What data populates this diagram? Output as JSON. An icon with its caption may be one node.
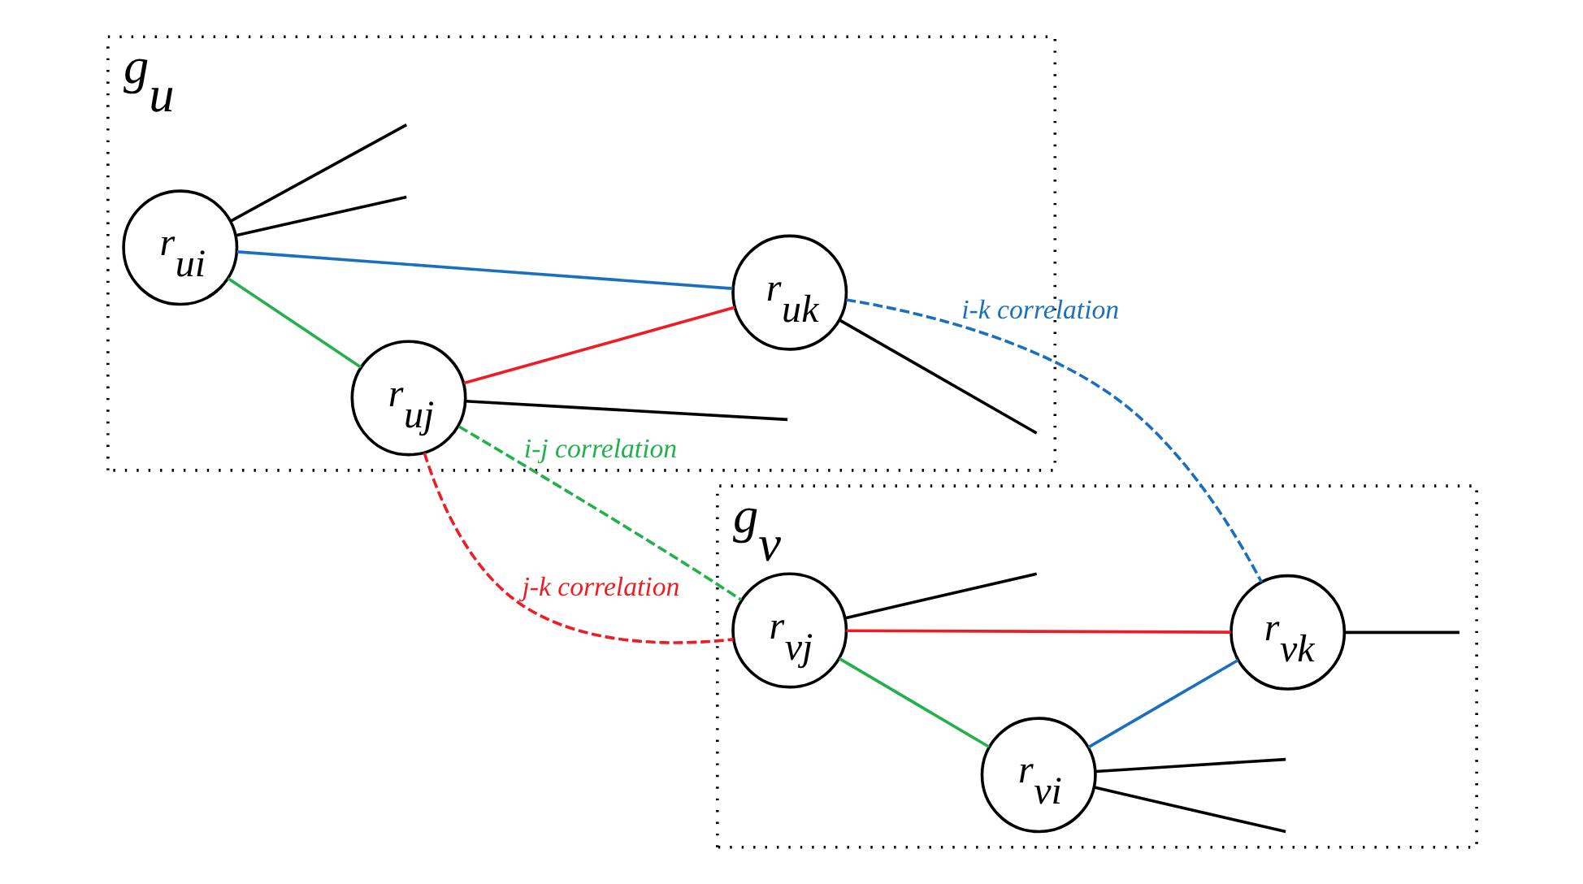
{
  "diagram": {
    "nodes": [
      {
        "text": [
          "g$_{u}$"
        ]
      },
      {
        "text": [
          "r$_{ui}$"
        ],
        "in": 0
      },
      {
        "text": [
          "r$_{uj}$"
        ],
        "in": 0
      },
      {
        "text": [
          "r$_{uk}$"
        ],
        "in": 0
      },
      {
        "text": [
          "g$_{v}$"
        ]
      },
      {
        "text": [
          "r$_{vj}$"
        ],
        "in": 4
      },
      {
        "text": [
          "r$_{vi}$"
        ],
        "in": 4
      },
      {
        "text": [
          "r$_{vk}$"
        ],
        "in": 4
      }
    ],
    "edges": [
      {
        "from": 1,
        "to": 2,
        "arrow": "none",
        "color": "#22b14c"
      },
      {
        "from": 1,
        "to": 3,
        "arrow": "none",
        "color": "#1a6fbf"
      },
      {
        "from": 2,
        "to": 3,
        "arrow": "none",
        "color": "#ee1c24"
      },
      {
        "from": 5,
        "to": 6,
        "arrow": "none",
        "color": "#22b14c"
      },
      {
        "from": 6,
        "to": 7,
        "arrow": "none",
        "color": "#1a6fbf"
      },
      {
        "from": 5,
        "to": 7,
        "arrow": "none",
        "color": "#ee1c24"
      },
      {
        "from": 2,
        "to": 5,
        "arrow": "none",
        "label": "i-j correlation",
        "style": "dashed",
        "color": "#22b14c"
      },
      {
        "from": 2,
        "to": 5,
        "arrow": "none",
        "label": "j-k correlation",
        "style": "dashed",
        "color": "#ee1c24"
      },
      {
        "from": 3,
        "to": 7,
        "arrow": "none",
        "label": "i-k correlation",
        "style": "dashed",
        "color": "#1a6fbf"
      },
      {
        "from": 1,
        "to": null,
        "arrow": "none"
      },
      {
        "from": 1,
        "to": null,
        "arrow": "none"
      },
      {
        "from": 2,
        "to": null,
        "arrow": "none"
      },
      {
        "from": 3,
        "to": null,
        "arrow": "none"
      },
      {
        "from": 5,
        "to": null,
        "arrow": "none"
      },
      {
        "from": 7,
        "to": null,
        "arrow": "none"
      },
      {
        "from": 6,
        "to": null,
        "arrow": "none"
      },
      {
        "from": 6,
        "to": null,
        "arrow": "none"
      }
    ]
  }
}
